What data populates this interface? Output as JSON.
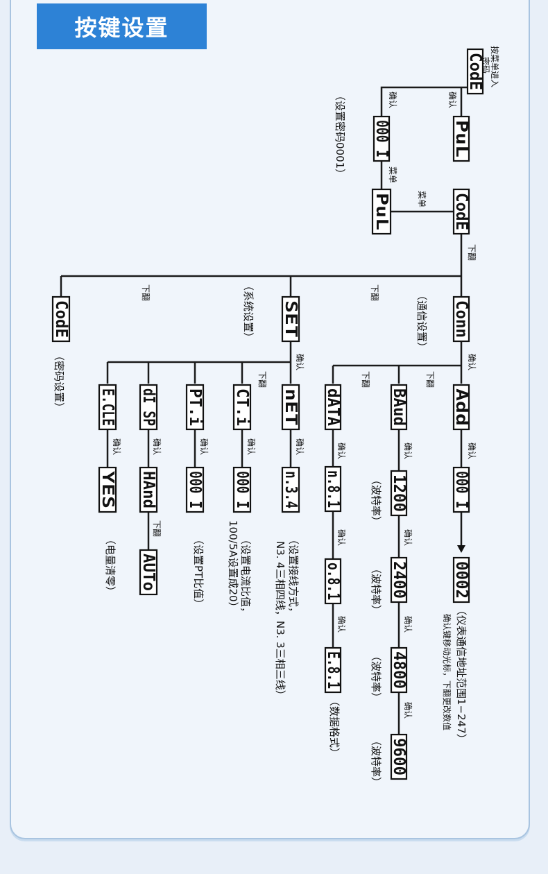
{
  "title": "按键设置",
  "nodes": {
    "top_code": "CodE",
    "top_pass": "PuL",
    "pwd_0001": "000 I",
    "menu_pass": "PuL",
    "menu_code": "CodE",
    "conn": "Conn",
    "set": "SET",
    "code_last": "CodE",
    "add": "Add",
    "baud": "BAud",
    "data_fmt": "dATA",
    "addr_val": "000 I",
    "addr_val2": "0002",
    "b1200": "1200",
    "b2400": "2400",
    "b4800": "4800",
    "b9600": "9600",
    "n81": "n.8.1",
    "o81": "o.8.1",
    "e81": "E.8.1",
    "net": "nET",
    "ct": "CT.i",
    "pt": "PT.i",
    "disp": "dI SP",
    "eclr": "E.CLE",
    "n34": "n.3.4",
    "ct_val": "000 I",
    "pt_val": "000 I",
    "hand": "HAnd",
    "auto": "AUTo",
    "yes": "YES"
  },
  "labels": {
    "enter_menu": "按菜单进入",
    "password": "密码",
    "confirm": "确认",
    "menu": "菜单",
    "down": "下翻"
  },
  "notes": {
    "set_password": "（设置密码0001）",
    "comm_settings": "（通信设置）",
    "sys_settings": "（系统设置）",
    "pwd_settings": "（密码设置）",
    "addr_range": "（仪表通信地址范围1−247）",
    "addr_help": "确认键移动光标，下翻更改数值",
    "baud_rate": "（波特率）",
    "data_format": "（数据格式）",
    "wiring_1": "（设置接线方式，",
    "wiring_2": "N3. 4三相四线，N3. 3三相三线）",
    "ct_ratio_1": "（设置电流比值，",
    "ct_ratio_2": "100/5A设置成20）",
    "pt_ratio": "（设置PT比值）",
    "energy_clear": "（电量清零）"
  },
  "colors": {
    "accent": "#2d82d6",
    "card_border": "#a9c4e0",
    "background": "#f0f5fb"
  }
}
